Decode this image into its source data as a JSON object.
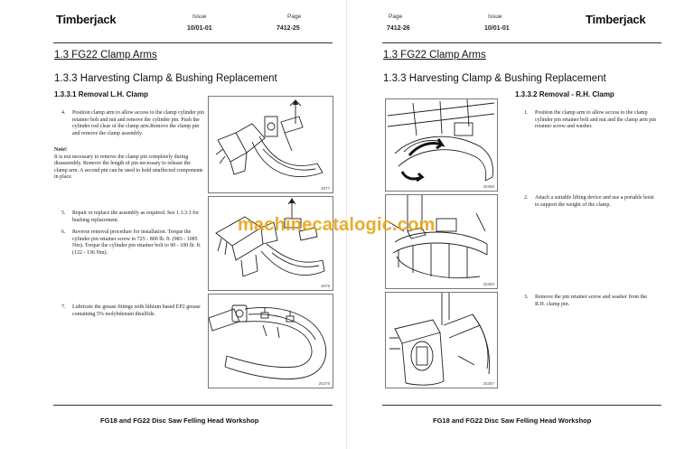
{
  "left": {
    "brand": "Timberjack",
    "issue_label": "Issue",
    "issue_value": "10/01-01",
    "page_label": "Page",
    "page_value": "7412-25",
    "section": "1.3  FG22 Clamp Arms",
    "subsection": "1.3.3  Harvesting Clamp & Bushing Replacement",
    "subsubsection": "1.3.3.1  Removal L.H. Clamp",
    "steps": [
      {
        "num": "4.",
        "text": "Position clamp arm to allow access to the clamp cylinder pin retainer bolt and nut and remove the cylinder pin. Push the cylinder rod clear of the clamp arm.Remove the clamp pin and remove the clamp assembly."
      },
      {
        "num": "5.",
        "text": "Repair or replace the assembly as required. See 1.3.3.3 for bushing replacement."
      },
      {
        "num": "6.",
        "text": "Reverse removal procedure for installation. Torque the cylinder pin retainer screw to 725 - 800 lb. ft. (983 - 1085 Nm). Torque the cylinder pin retainer bolt to 90 - 100 lb. ft. (122 - 136 Nm)."
      },
      {
        "num": "7.",
        "text": "Lubricate the grease fittings with lithium based EP2 grease containing 5% molybdenum disulfide."
      }
    ],
    "note_heading": "Note!",
    "note_text": "It is not necessary to remove the clamp pin completely during disassembly. Remove the  length of pin necessary to release the clamp arm. A second pin can be used to hold unaffected components in place.",
    "figures": [
      "4877",
      "4879",
      "25379"
    ],
    "footer": "FG18 and FG22 Disc Saw Felling Head Workshop"
  },
  "right": {
    "brand": "Timberjack",
    "issue_label": "Issue",
    "issue_value": "10/01-01",
    "page_label": "Page",
    "page_value": "7412-26",
    "section": "1.3  FG22 Clamp Arms",
    "subsection": "1.3.3  Harvesting Clamp & Bushing Replacement",
    "subsubsection": "1.3.3.2  Removal - R.H. Clamp",
    "steps": [
      {
        "num": "1.",
        "text": "Position the clamp arm to allow access to the clamp cylinder pin retainer bolt and nut and the clamp arm pin retainer screw and washer."
      },
      {
        "num": "2.",
        "text": "Attach a suitable lifting device and use a portable hoist to support the weight of the clamp."
      },
      {
        "num": "3.",
        "text": "Remove the pin retainer screw and washer from the R.H. clamp pin."
      }
    ],
    "figures": [
      "25388",
      "25382",
      "25387"
    ],
    "footer": "FG18 and FG22 Disc Saw Felling Head Workshop"
  },
  "watermark": "machinecatalogic.com"
}
